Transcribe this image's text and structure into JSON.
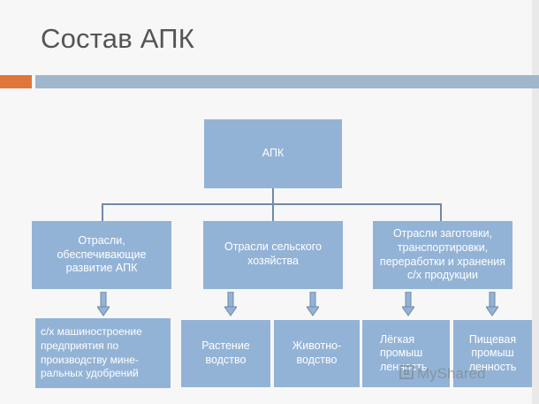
{
  "slide": {
    "title": "Состав АПК"
  },
  "root": {
    "label": "АПК"
  },
  "branches": [
    {
      "label": "Отрасли,\nобеспечивающие\nразвитие АПК"
    },
    {
      "label": "Отрасли сельского\nхозяйства"
    },
    {
      "label": "Отрасли заготовки,\nтранспортировки,\nпереработки и хранения\nс/х продукции"
    }
  ],
  "leaves": [
    {
      "label": "с/х машиностроение\nпредприятия по\nпроизводству мине-\nральных удобрений"
    },
    {
      "label": "Растение\nводство"
    },
    {
      "label": "Животно-\nводство"
    },
    {
      "label": "Лёгкая\nпромыш\nленность"
    },
    {
      "label": "Пищевая\nпромыш\nленность"
    }
  ],
  "watermark": {
    "text": "MyShared"
  },
  "colors": {
    "box_fill": "#93b3d6",
    "connector": "#6f8aa6",
    "accent_bar": "#e0763a",
    "header_bar": "#9fb6cc"
  }
}
